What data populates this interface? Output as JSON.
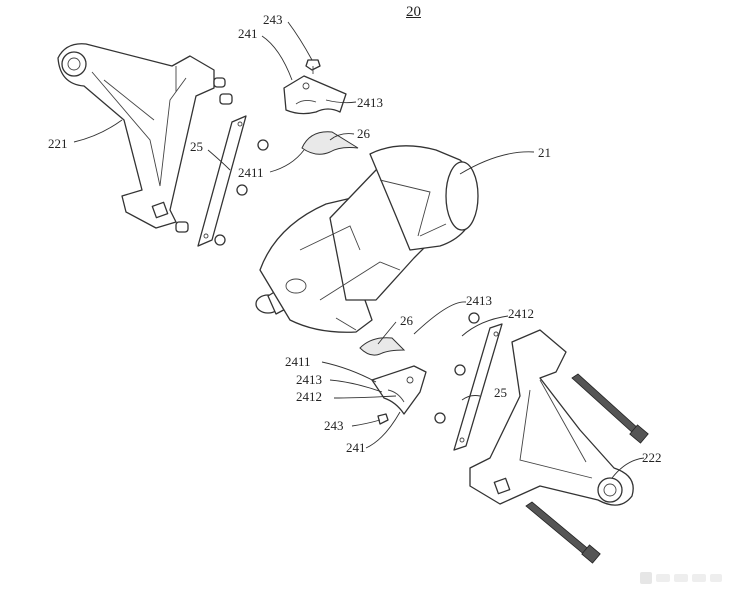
{
  "figure_number": "20",
  "labels": {
    "l243_top": "243",
    "l241_top": "241",
    "l2413_top": "2413",
    "l26_top": "26",
    "l2411_top": "2411",
    "l21": "21",
    "l221": "221",
    "l25_left": "25",
    "l2413_mid": "2413",
    "l2412_right": "2412",
    "l26_bottom": "26",
    "l2411_bottom": "2411",
    "l2413_bottom": "2413",
    "l2412_bottom": "2412",
    "l25_right": "25",
    "l243_bottom": "243",
    "l241_bottom": "241",
    "l222": "222"
  },
  "watermark": "Patent drawing"
}
